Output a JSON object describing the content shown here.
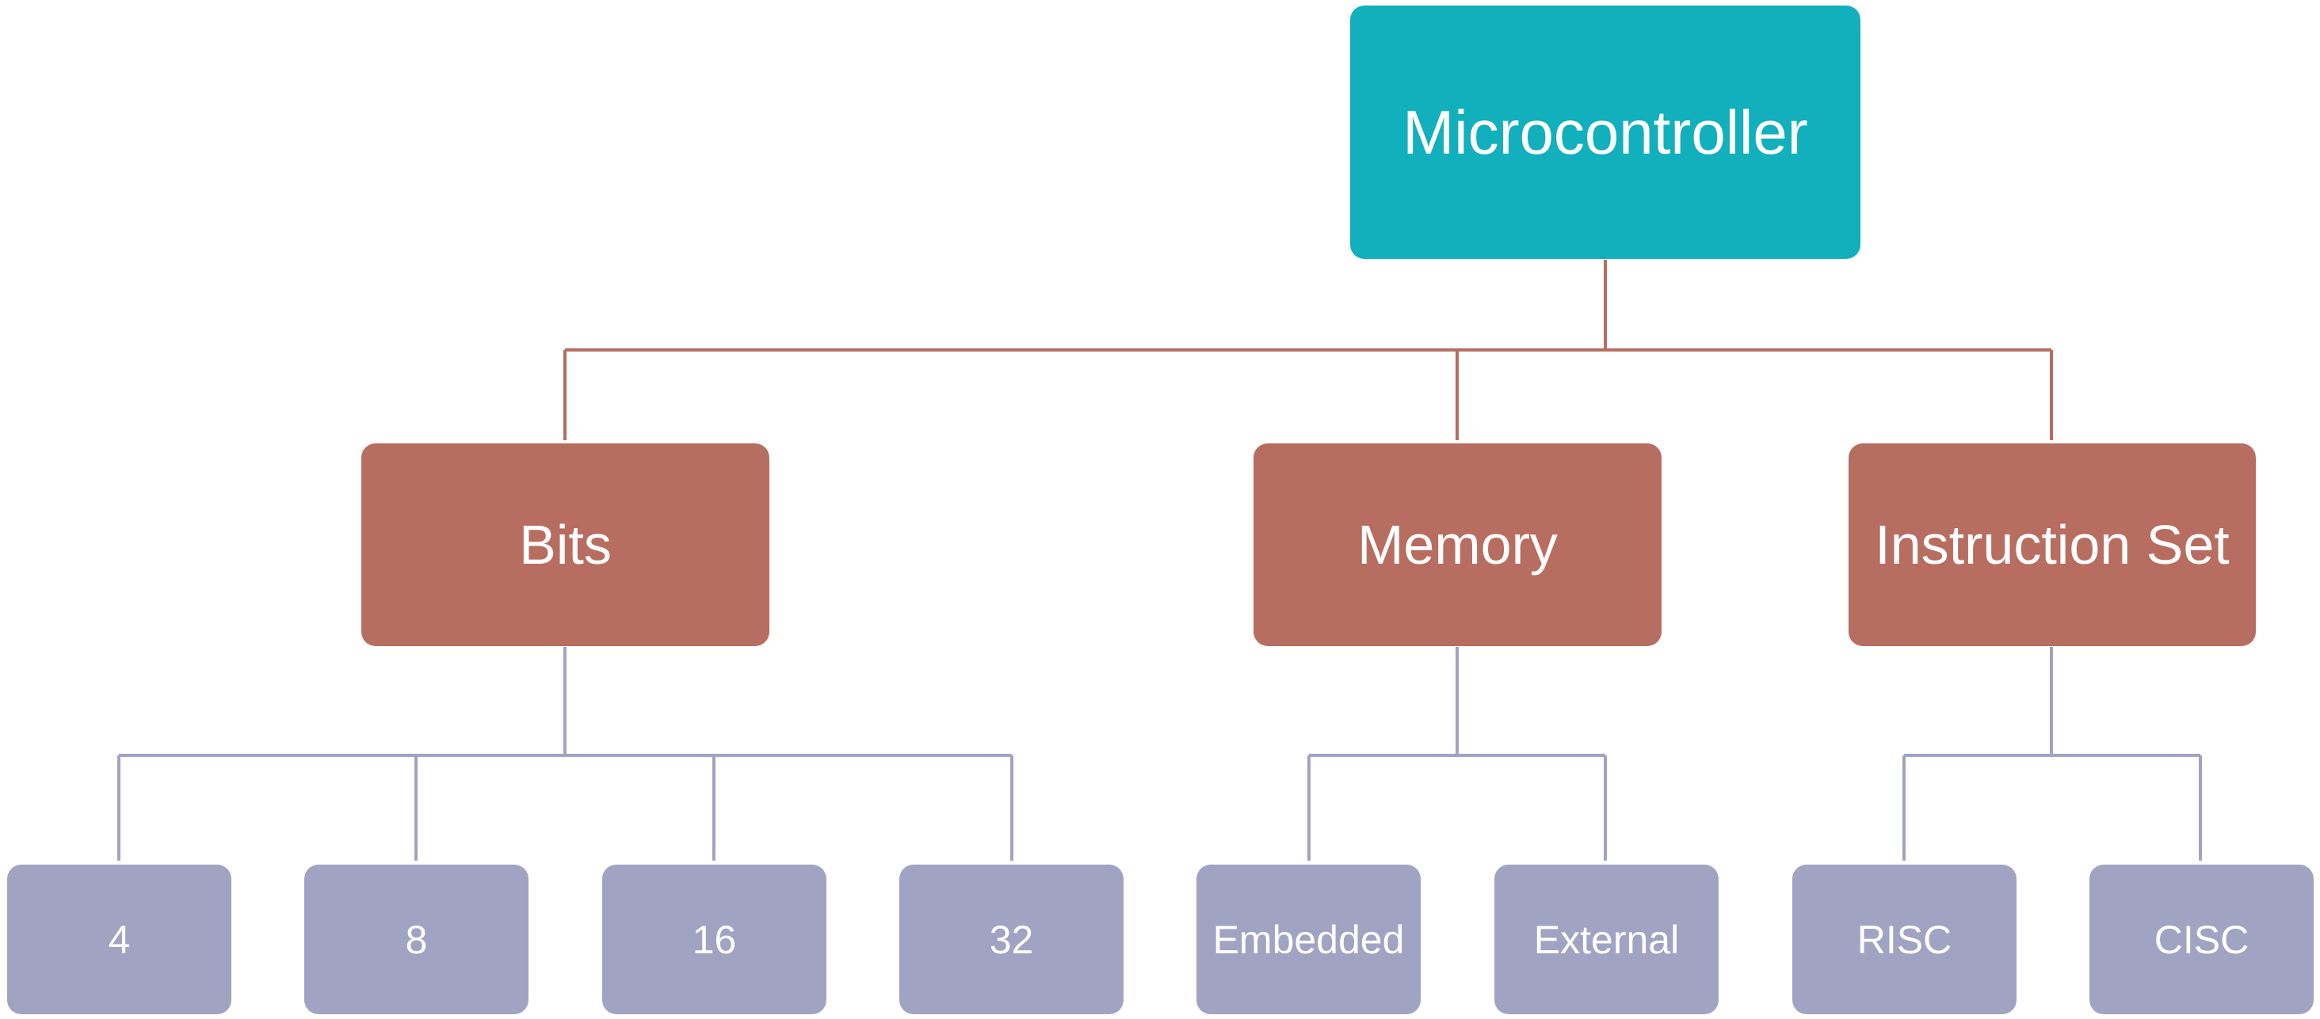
{
  "colors": {
    "root": "#12afbd",
    "category": "#b76d60",
    "leaf": "#a1a3c3",
    "connector_top": "#b76d60",
    "connector_bottom": "#a1a3c3"
  },
  "root": {
    "label": "Microcontroller"
  },
  "categories": [
    {
      "label": "Bits",
      "children": [
        "4",
        "8",
        "16",
        "32"
      ]
    },
    {
      "label": "Memory",
      "children": [
        "Embedded",
        "External"
      ]
    },
    {
      "label": "Instruction Set",
      "children": [
        "RISC",
        "CISC"
      ]
    }
  ]
}
